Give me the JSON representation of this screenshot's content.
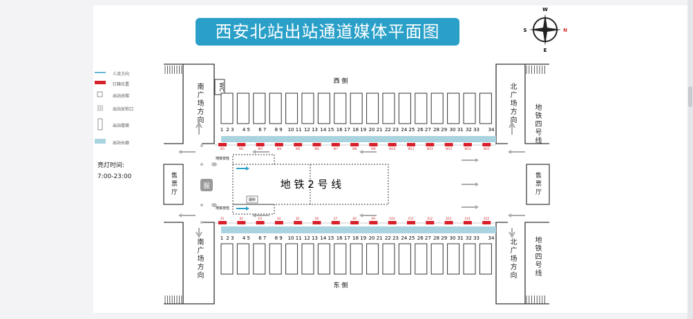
{
  "title": "西安北站出站通道媒体平面图",
  "compass": {
    "n": "N",
    "s": "S",
    "e": "E",
    "w": "W",
    "n_color": "#d32a2a"
  },
  "legend": [
    {
      "icon": "flow-arrow-icon",
      "label": "人流方向"
    },
    {
      "icon": "lightbox-icon",
      "label": "灯箱位置"
    },
    {
      "icon": "escalator-icon",
      "label": "出站扶梯"
    },
    {
      "icon": "security-gate-icon",
      "label": "出站安检口"
    },
    {
      "icon": "stairs-icon",
      "label": "出站楼梯"
    },
    {
      "icon": "corridor-icon",
      "label": "出站长廊"
    }
  ],
  "hours_label": "亮灯时间:",
  "hours_value": "7:00-23:00",
  "labels": {
    "west": "西 侧",
    "east": "东 侧",
    "wc": "WC",
    "south_square": "南广场方向",
    "north_square": "北广场方向",
    "metro4": "地铁四号线",
    "ticket_hall": "售票厅",
    "service": "服",
    "metro2": "地 铁 2 号 线",
    "metro_security": "地铁安检",
    "toilet": "厕所"
  },
  "platform_numbers": [
    "1",
    "2 3",
    "4 5",
    "6 7",
    "8 9",
    "10 11",
    "12 13",
    "14 15",
    "16 17",
    "18 19",
    "20 21",
    "22 23",
    "24 25",
    "26 27",
    "28 29",
    "30 31",
    "32 33",
    "34"
  ],
  "west_lightboxes": [
    "W1",
    "W2",
    "W3",
    "W4",
    "W5",
    "W6",
    "W7",
    "W8",
    "W9",
    "W10",
    "W11",
    "W12",
    "W13",
    "W14",
    "W15"
  ],
  "east_lightboxes": [
    "E1",
    "E2",
    "E3",
    "E4",
    "E5",
    "E6",
    "E7",
    "E8",
    "E9",
    "E10",
    "E11",
    "E12",
    "E13",
    "E14",
    "E15"
  ],
  "colors": {
    "accent": "#2aa0c8",
    "lightbox": "#d8202a",
    "corridor": "#a9d3de"
  }
}
